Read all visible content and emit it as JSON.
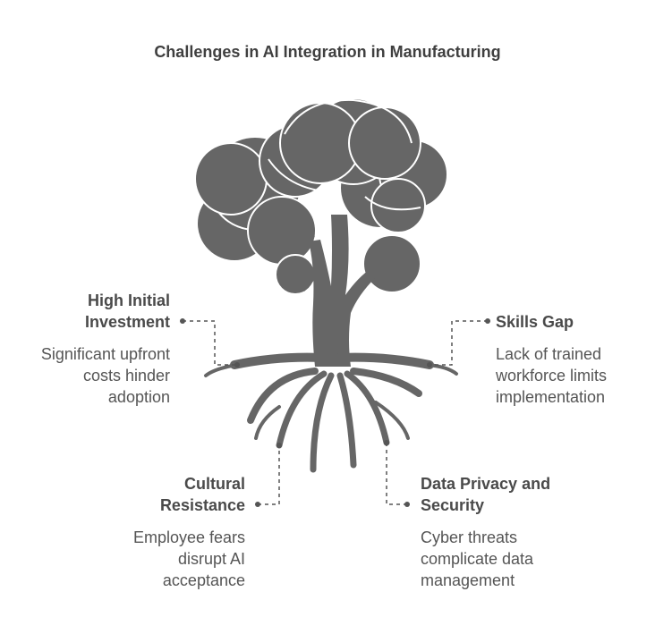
{
  "title": "Challenges in AI Integration in Manufacturing",
  "colors": {
    "tree": "#666666",
    "text": "#444444",
    "connector": "#555555"
  },
  "items": [
    {
      "label": "High Initial Investment",
      "label_lines": [
        "High Initial",
        "Investment"
      ],
      "desc_lines": [
        "Significant upfront",
        "costs hinder",
        "adoption"
      ]
    },
    {
      "label": "Skills Gap",
      "label_lines": [
        "Skills Gap"
      ],
      "desc_lines": [
        "Lack of trained",
        "workforce limits",
        "implementation"
      ]
    },
    {
      "label": "Cultural Resistance",
      "label_lines": [
        "Cultural",
        "Resistance"
      ],
      "desc_lines": [
        "Employee fears",
        "disrupt AI",
        "acceptance"
      ]
    },
    {
      "label": "Data Privacy and Security",
      "label_lines": [
        "Data Privacy and",
        "Security"
      ],
      "desc_lines": [
        "Cyber threats",
        "complicate data",
        "management"
      ]
    }
  ]
}
